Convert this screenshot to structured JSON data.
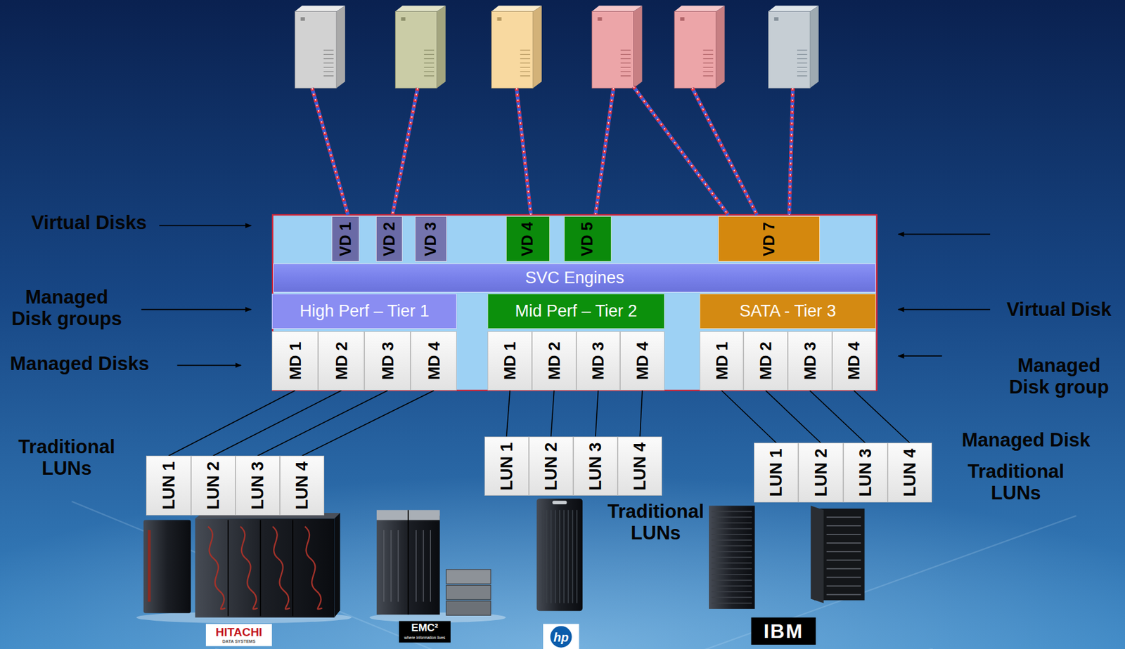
{
  "diagram": {
    "nodes": [
      {
        "text": [
          "VD 1"
        ]
      },
      {
        "text": [
          "VD 2"
        ]
      },
      {
        "text": [
          "VD 3"
        ]
      },
      {
        "text": [
          "VD 4"
        ]
      },
      {
        "text": [
          "VD 5"
        ]
      },
      {
        "text": [
          "VD 7"
        ]
      },
      {
        "text": [
          "SVC Engines"
        ]
      },
      {
        "text": [
          "High Perf – Tier 1"
        ]
      },
      {
        "text": [
          "MD 1"
        ],
        "in": 7
      },
      {
        "text": [
          "MD 2"
        ],
        "in": 7
      },
      {
        "text": [
          "MD 3"
        ],
        "in": 7
      },
      {
        "text": [
          "MD 4"
        ],
        "in": 7
      },
      {
        "text": [
          "Mid Perf – Tier 2"
        ]
      },
      {
        "text": [
          "MD 1"
        ],
        "in": 12
      },
      {
        "text": [
          "MD 2"
        ],
        "in": 12
      },
      {
        "text": [
          "MD 3"
        ],
        "in": 12
      },
      {
        "text": [
          "MD 4"
        ],
        "in": 12
      },
      {
        "text": [
          "SATA - Tier 3"
        ]
      },
      {
        "text": [
          "MD 1"
        ],
        "in": 17
      },
      {
        "text": [
          "MD 2"
        ],
        "in": 17
      },
      {
        "text": [
          "MD 3"
        ],
        "in": 17
      },
      {
        "text": [
          "MD 4"
        ],
        "in": 17
      },
      {
        "text": [
          "LUN 1"
        ]
      },
      {
        "text": [
          "LUN 2"
        ]
      },
      {
        "text": [
          "LUN 3"
        ]
      },
      {
        "text": [
          "LUN 4"
        ]
      },
      {
        "text": [
          "LUN 1"
        ]
      },
      {
        "text": [
          "LUN 2"
        ]
      },
      {
        "text": [
          "LUN 3"
        ]
      },
      {
        "text": [
          "LUN 4"
        ]
      },
      {
        "text": [
          "LUN 1"
        ]
      },
      {
        "text": [
          "LUN 2"
        ]
      },
      {
        "text": [
          "LUN 3"
        ]
      },
      {
        "text": [
          "LUN 4"
        ]
      }
    ],
    "edges": [
      {
        "from": 8,
        "to": 22,
        "arrow": "none"
      },
      {
        "from": 9,
        "to": 23,
        "arrow": "none"
      },
      {
        "from": 10,
        "to": 24,
        "arrow": "none"
      },
      {
        "from": 11,
        "to": 25,
        "arrow": "none"
      },
      {
        "from": 13,
        "to": 26,
        "arrow": "none"
      },
      {
        "from": 14,
        "to": 27,
        "arrow": "none"
      },
      {
        "from": 15,
        "to": 28,
        "arrow": "none"
      },
      {
        "from": 16,
        "to": 29,
        "arrow": "none"
      },
      {
        "from": 18,
        "to": 30,
        "arrow": "none"
      },
      {
        "from": 19,
        "to": 31,
        "arrow": "none"
      },
      {
        "from": 20,
        "to": 32,
        "arrow": "none"
      },
      {
        "from": 21,
        "to": 33,
        "arrow": "none"
      }
    ],
    "labels": [
      "Virtual Disks",
      "Managed Disk groups",
      "Managed Disks",
      "Traditional LUNs",
      "Virtual Disk",
      "Managed Disk group",
      "Managed Disk",
      "Traditional LUNs",
      "Traditional LUNs",
      "HITACHI",
      "DATA SYSTEMS",
      "EMC²",
      "where information lives",
      "hp",
      "IBM"
    ]
  }
}
